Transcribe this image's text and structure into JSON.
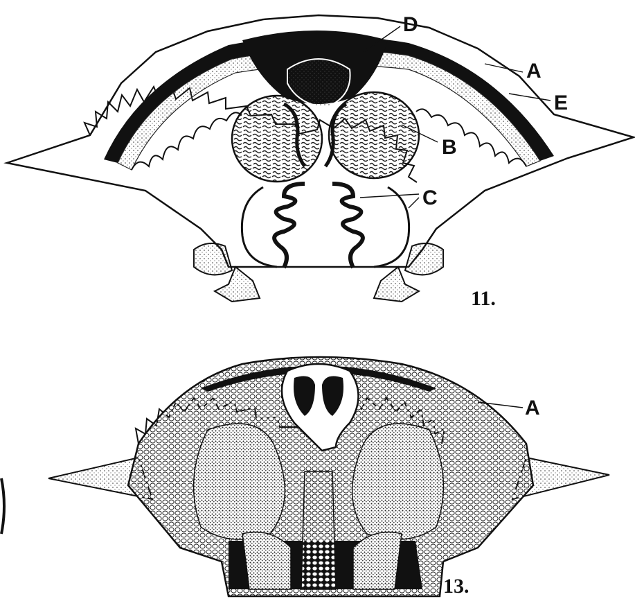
{
  "figure_11": {
    "number": "11.",
    "labels": {
      "a": "A",
      "b": "B",
      "c": "C",
      "d": "D",
      "e": "E"
    }
  },
  "figure_13": {
    "number": "13.",
    "labels": {
      "a": "A"
    }
  },
  "colors": {
    "ink": "#111111",
    "paper": "#ffffff",
    "stipple": "#555555"
  }
}
